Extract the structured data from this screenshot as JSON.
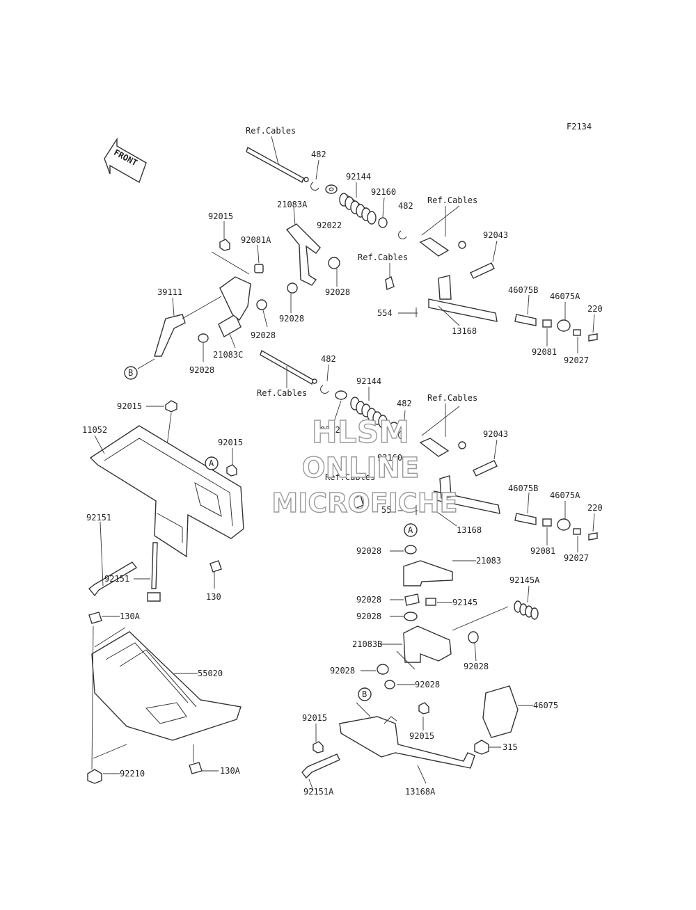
{
  "figure_code": "F2134",
  "front_label": "FRONT",
  "watermark": {
    "line1": "HLSM",
    "line2": "ONLINE",
    "line3": "MICROFICHE"
  },
  "labels": [
    "Ref.Cables",
    "482",
    "92144",
    "92160",
    "92022",
    "482",
    "Ref.Cables",
    "21083A",
    "92015",
    "92081A",
    "92028",
    "92043",
    "Ref.Cables",
    "554",
    "92028",
    "13168",
    "46075B",
    "46075A",
    "220",
    "39111",
    "92028",
    "21083C",
    "92028",
    "92081",
    "92027",
    "B",
    "482",
    "Ref.Cables",
    "92144",
    "92015",
    "11052",
    "92015",
    "A",
    "482",
    "Ref.Cables",
    "92022",
    "92160",
    "92043",
    "Ref.Cables",
    "46075B",
    "46075A",
    "220",
    "554",
    "92151",
    "13168",
    "92081",
    "92027",
    "A",
    "92028",
    "21083",
    "92151",
    "130",
    "92145A",
    "92028",
    "92145",
    "92028",
    "130A",
    "21083B",
    "92028",
    "55020",
    "92028",
    "92028",
    "B",
    "92015",
    "46075",
    "92015",
    "315",
    "92210",
    "130A",
    "92151A",
    "13168A"
  ]
}
